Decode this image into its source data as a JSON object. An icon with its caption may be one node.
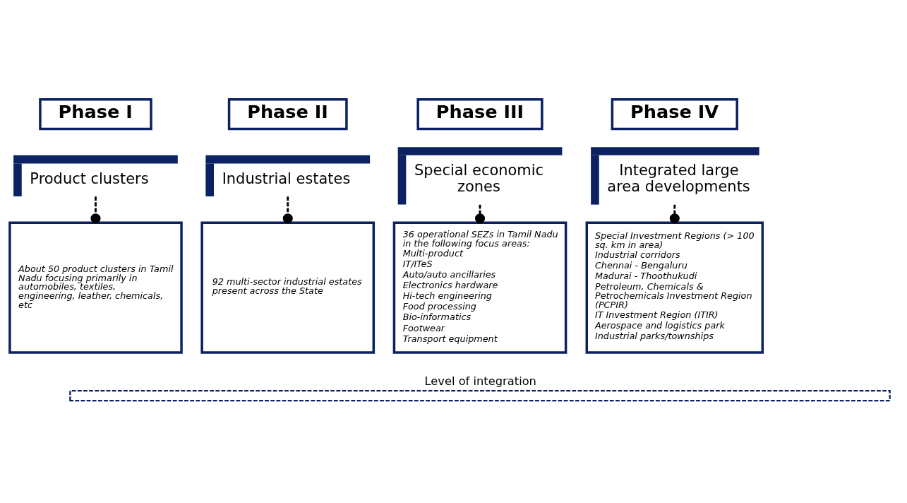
{
  "diagram": {
    "nodes": [
      {
        "text": [
          "Phase I"
        ]
      },
      {
        "text": [
          "Product clusters"
        ]
      },
      {
        "text": [
          "About 50 product clusters in Tamil Nadu focusing primarily in automobiles, textiles, engineering, leather, chemicals, etc"
        ]
      },
      {
        "text": [
          "Phase II"
        ]
      },
      {
        "text": [
          "Industrial estates"
        ]
      },
      {
        "text": [
          "92 multi-sector industrial estates present across the State"
        ]
      },
      {
        "text": [
          "Phase III"
        ]
      },
      {
        "text": [
          "Special economic zones"
        ]
      },
      {
        "text": [
          "36 operational SEZs in Tamil Nadu in the following focus areas:",
          "Multi-product",
          "IT/ITeS",
          "Auto/auto ancillaries",
          "Electronics hardware",
          "Hi-tech engineering",
          "Food processing",
          "Bio-informatics",
          "Footwear",
          "Transport equipment"
        ]
      },
      {
        "text": [
          "Phase IV"
        ]
      },
      {
        "text": [
          "Integrated large area developments"
        ]
      },
      {
        "text": [
          "Special Investment Regions (> 100 sq. km in area)",
          "Industrial corridors",
          "Chennai - Bengaluru",
          "Madurai - Thoothukudi",
          "Petroleum, Chemicals & Petrochemicals Investment Region (PCPIR)",
          "IT Investment Region (ITIR)",
          "Aerospace and logistics park",
          "Industrial parks/townships"
        ]
      }
    ],
    "edges": [
      {
        "from": 1,
        "to": 2,
        "arrow": "other",
        "style": "dashed"
      },
      {
        "from": 4,
        "to": 5,
        "arrow": "other",
        "style": "dashed"
      },
      {
        "from": 7,
        "to": 8,
        "arrow": "other",
        "style": "dashed"
      },
      {
        "from": 10,
        "to": 11,
        "arrow": "other",
        "style": "dashed"
      }
    ],
    "labels": [
      "Level of integration"
    ]
  }
}
